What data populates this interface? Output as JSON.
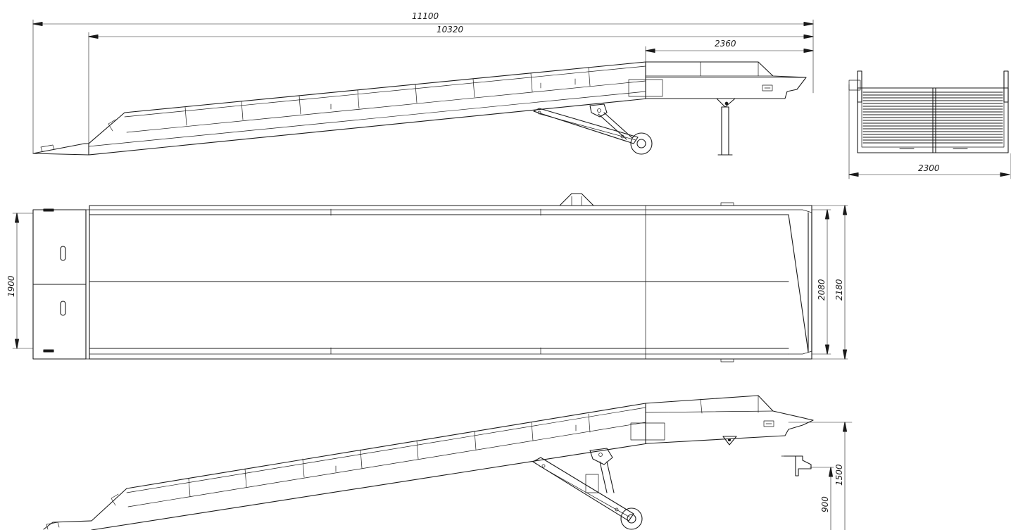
{
  "dimensions": {
    "total_length": "11100",
    "deck_length": "10320",
    "platform_length": "2360",
    "overall_width_end_view": "2300",
    "inner_width_left": "1900",
    "inner_width_right": "2080",
    "outer_width_right": "2180",
    "lower_height": "900",
    "upper_height": "1500"
  }
}
